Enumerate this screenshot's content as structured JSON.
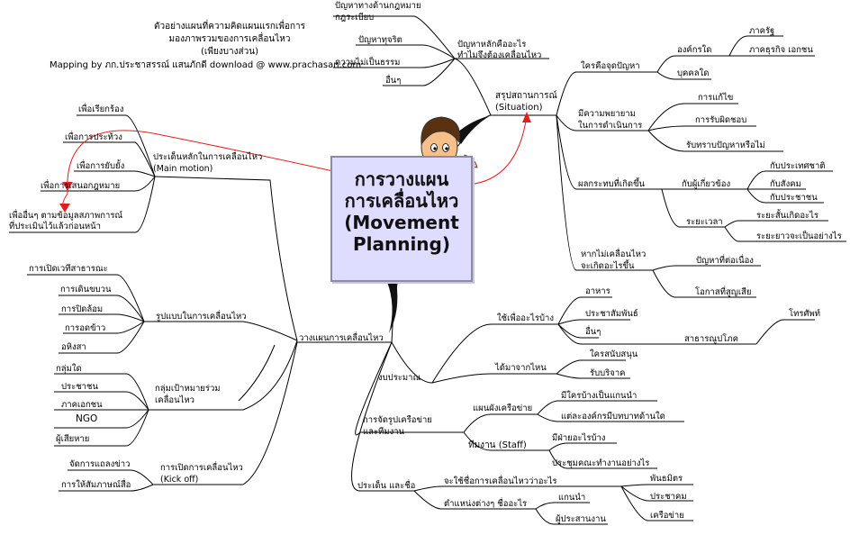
{
  "header": {
    "line1": "ตัวอย่างแผนที่ความคิดแผนแรกเพื่อการ",
    "line2": "มองภาพรวมของการเคลื่อนไหว",
    "line3": "(เพียงบางส่วน)",
    "credit": "Mapping by ภก.ประชาสรรณ์ แสนภักดี download @ www.prachasan.com"
  },
  "center": {
    "title": "การวางแผน\nการเคลื่อนไหว\n(Movement\nPlanning)"
  },
  "hub": {
    "label": "วางแผนการเคลื่อนไหว"
  },
  "situation": {
    "label": "สรุปสถานการณ์\n(Situation)",
    "problems": {
      "label": "ปัญหาหลักคืออะไร\nทำไมจึงต้องเคลื่อนไหว",
      "items": [
        "ปัญหาทางด้านกฎหมาย\nกฎระเบียบ",
        "ปัญหาทุจริต",
        "ความไม่เป็นธรรม",
        "อื่นๆ"
      ]
    },
    "who": {
      "label": "ใครคือจุดปัญหา",
      "org": {
        "label": "องค์กรใด",
        "items": [
          "ภาครัฐ",
          "ภาคธุรกิจ เอกชน"
        ]
      },
      "person": "บุคคลใด"
    },
    "attempts": {
      "label": "มีความพยายาม\nในการดำเนินการ",
      "items": [
        "การแก้ไข",
        "การรับผิดชอบ",
        "รับทราบปัญหาหรือไม่"
      ]
    },
    "impact": {
      "label": "ผลกระทบที่เกิดขึ้น",
      "stake": {
        "label": "กับผู้เกี่ยวข้อง",
        "items": [
          "กับประเทศชาติ",
          "กับสังคม",
          "กับประชาชน"
        ]
      },
      "time": {
        "label": "ระยะเวลา",
        "items": [
          "ระยะสั้นเกิดอะไร",
          "ระยะยาวจะเป็นอย่างไร"
        ]
      }
    },
    "no_action": {
      "label": "หากไม่เคลื่อนไหว\nจะเกิดอะไรขึ้น",
      "items": [
        "ปัญหาที่ต่อเนื่อง",
        "โอกาสที่สูญเสีย"
      ]
    }
  },
  "main_motion": {
    "label": "ประเด็นหลักในการเคลื่อนไหว\n(Main motion)",
    "items": [
      "เพื่อเรียกร้อง",
      "เพื่อการประท้วง",
      "เพื่อการยับยั้ง",
      "เพื่อการเสนอกฎหมาย",
      "เพื่ออื่นๆ ตามข้อมูลสภาพการณ์\nที่ประเมินไว้แล้วก่อนหน้า"
    ]
  },
  "forms": {
    "label": "รูปแบบในการเคลื่อนไหว",
    "items": [
      "การเปิดเวทีสาธารณะ",
      "การเดินขบวน",
      "การปิดล้อม",
      "การอดข้าว",
      "อหิงสา"
    ]
  },
  "targets": {
    "label": "กลุ่มเป้าหมายร่วม\nเคลื่อนไหว",
    "items": [
      "กลุ่มใด",
      "ประชาชน",
      "ภาคเอกชน",
      "NGO",
      "ผู้เสียหาย"
    ]
  },
  "kickoff": {
    "label": "การเปิดการเคลื่อนไหว\n(Kick off)",
    "items": [
      "จัดการแถลงข่าว",
      "การให้สัมภาษณ์สื่อ"
    ]
  },
  "budget": {
    "label": "งบประมาณ",
    "use": {
      "label": "ใช้เพื่ออะไรบ้าง",
      "items": [
        "อาหาร",
        "ประชาสัมพันธ์",
        "อื่นๆ"
      ],
      "utility": "สาธารณูปโภค",
      "phone": "โทรศัพท์"
    },
    "source": {
      "label": "ได้มาจากไหน",
      "items": [
        "ใครสนับสนุน",
        "รับบริจาค"
      ]
    }
  },
  "network": {
    "label": "การจัดรูปเครือข่าย\nและทีมงาน",
    "plan": {
      "label": "แผนผังเครือข่าย",
      "items": [
        "มีใครบ้างเป็นแกนนำ",
        "แต่ละองค์กรมีบทบาทด้านใด"
      ]
    },
    "staff": {
      "label": "ทีมงาน (Staff)",
      "items": [
        "มีฝ่ายอะไรบ้าง",
        "ประชุมคณะทำงานอย่างไร"
      ]
    }
  },
  "issues": {
    "label": "ประเด็น และชื่อ",
    "name": {
      "label": "จะใช้ชื่อการเคลื่อนไหวว่าอะไร",
      "items": [
        "พันธมิตร",
        "ประชาคม",
        "เครือข่าย"
      ]
    },
    "positions": {
      "label": "ตำแหน่งต่างๆ ชื่ออะไร",
      "items": [
        "แกนนำ",
        "ผู้ประสานงาน"
      ]
    }
  }
}
